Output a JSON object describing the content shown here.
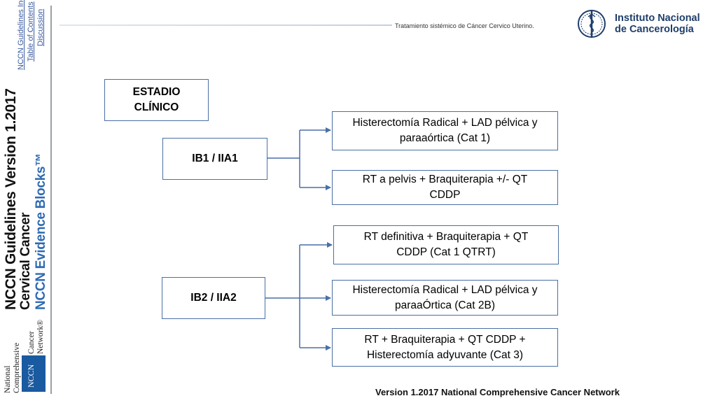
{
  "sidebar": {
    "links": [
      "NCCN Guidelines Index",
      "Table of Contents",
      "Discussion"
    ],
    "title_version": "NCCN Guidelines Version 1.2017",
    "title_cancer": "Cervical Cancer",
    "title_evidence": "NCCN Evidence Blocks™",
    "logo_lines": [
      "National",
      "Comprehensive",
      "Cancer",
      "Network®"
    ],
    "logo_abbrev": "NCCN"
  },
  "header": {
    "subtitle": "Tratamiento sistémico  de Cáncer Cervico Uterino.",
    "institute_line1": "Instituto Nacional",
    "institute_line2": "de Cancerología"
  },
  "diagram": {
    "root": {
      "line1": "ESTADIO",
      "line2": "CLÍNICO"
    },
    "groups": [
      {
        "stage": "IB1 / IIA1",
        "options": [
          {
            "line1": "Histerectomía Radical + LAD pélvica y",
            "line2": "paraaórtica (Cat 1)"
          },
          {
            "line1": "RT a pelvis + Braquiterapia +/- QT",
            "line2": "CDDP"
          }
        ]
      },
      {
        "stage": "IB2 / IIA2",
        "options": [
          {
            "line1": "RT definitiva + Braquiterapia + QT",
            "line2": "CDDP (Cat 1 QTRT)"
          },
          {
            "line1": "Histerectomía Radical + LAD pélvica y",
            "line2": "paraaÓrtica (Cat 2B)"
          },
          {
            "line1": "RT + Braquiterapia + QT CDDP +",
            "line2": "Histerectomía adyuvante (Cat 3)"
          }
        ]
      }
    ]
  },
  "footer": {
    "text": "Version 1.2017 National Comprehensive Cancer Network"
  },
  "colors": {
    "box_border": "#4a6fa5",
    "connector": "#4a6fa5",
    "evidence_blue": "#2e6ab3",
    "institute": "#1f3e6b"
  }
}
